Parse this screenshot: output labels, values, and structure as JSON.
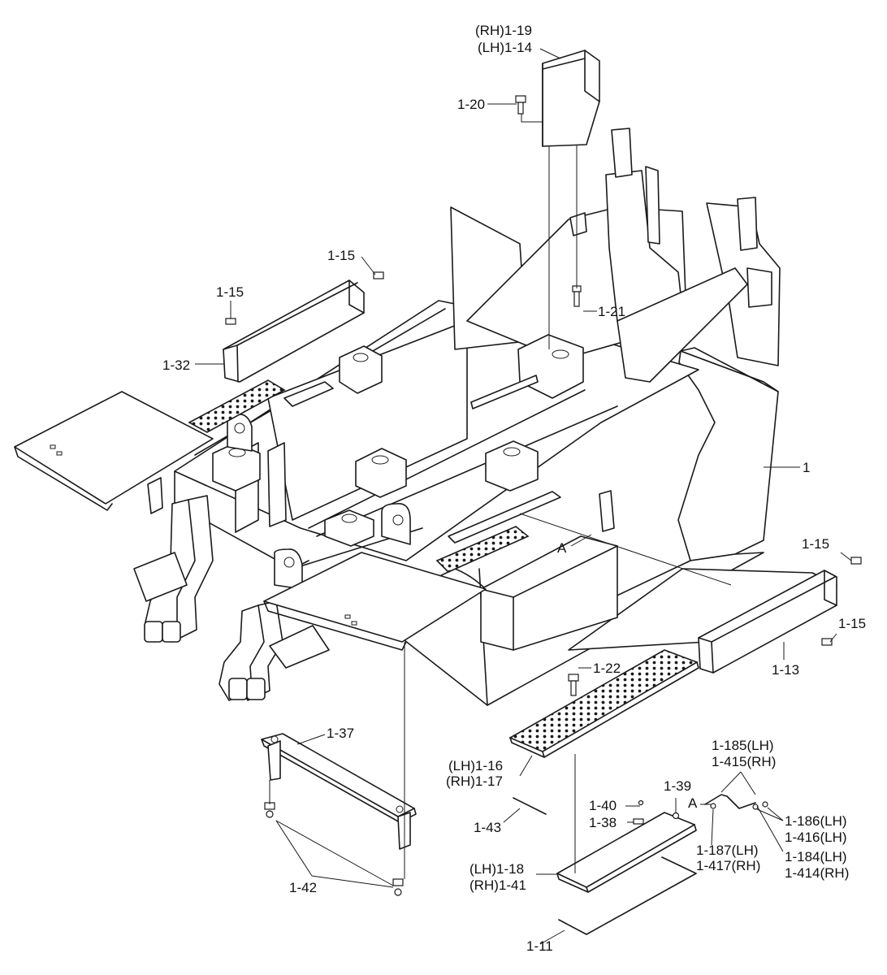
{
  "labels": {
    "rh_1_19": "(RH)1-19",
    "lh_1_14": "(LH)1-14",
    "p1_20": "1-20",
    "p1_15_a": "1-15",
    "p1_15_b": "1-15",
    "p1_15_c": "1-15",
    "p1_15_d": "1-15",
    "p1_21": "1-21",
    "p1_32": "1-32",
    "p1": "1",
    "callout_a_main": "A",
    "callout_a_detail": "A",
    "p1_13": "1-13",
    "p1_22": "1-22",
    "p1_37": "1-37",
    "lh_1_16": "(LH)1-16",
    "rh_1_17": "(RH)1-17",
    "p1_185_lh": "1-185(LH)",
    "p1_415_rh": "1-415(RH)",
    "p1_40": "1-40",
    "p1_39": "1-39",
    "p1_38": "1-38",
    "p1_186_lh": "1-186(LH)",
    "p1_416_lh": "1-416(LH)",
    "p1_43": "1-43",
    "p1_187_lh": "1-187(LH)",
    "p1_417_rh": "1-417(RH)",
    "p1_184_lh": "1-184(LH)",
    "p1_414_rh": "1-414(RH)",
    "lh_1_18": "(LH)1-18",
    "rh_1_41": "(RH)1-41",
    "p1_42": "1-42",
    "p1_11": "1-11"
  }
}
